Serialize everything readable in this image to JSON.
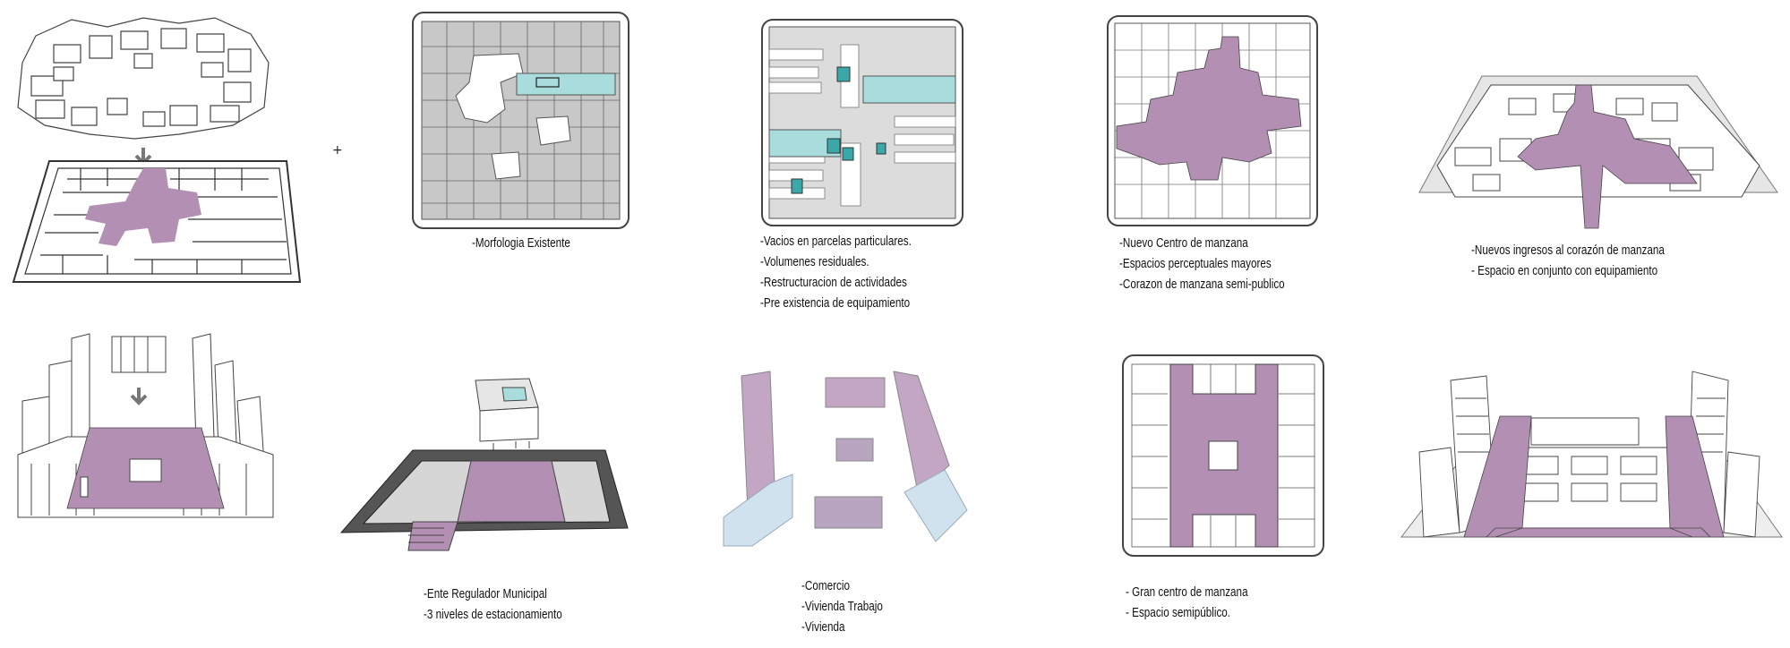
{
  "colors": {
    "block_fill": "#c8c8c8",
    "public_space": "#b38fb4",
    "voids": "#a9dcdc",
    "voids_dark": "#3aa8a8",
    "outline": "#333333",
    "frame_border": "#444444",
    "arrow": "#777777"
  },
  "symbols": {
    "plus": "+"
  },
  "captions": {
    "morfologia": [
      "-Morfologia Existente"
    ],
    "vacios": [
      "-Vacios en parcelas particulares.",
      "-Volumenes residuales.",
      "-Restructuracion de actividades",
      "-Pre existencia de equipamiento"
    ],
    "nuevo_centro": [
      "-Nuevo Centro de manzana",
      "-Espacios perceptuales mayores",
      "-Corazon de manzana semi-publico"
    ],
    "ingresos": [
      "-Nuevos ingresos al corazón de manzana",
      "- Espacio en conjunto con equipamiento"
    ],
    "ente": [
      "-Ente Regulador Municipal",
      "-3 niveles de estacionamiento"
    ],
    "usos": [
      "-Comercio",
      "-Vivienda Trabajo",
      "-Vivienda"
    ],
    "gran_centro": [
      "-  Gran centro de manzana",
      "-  Espacio semipúblico."
    ]
  }
}
